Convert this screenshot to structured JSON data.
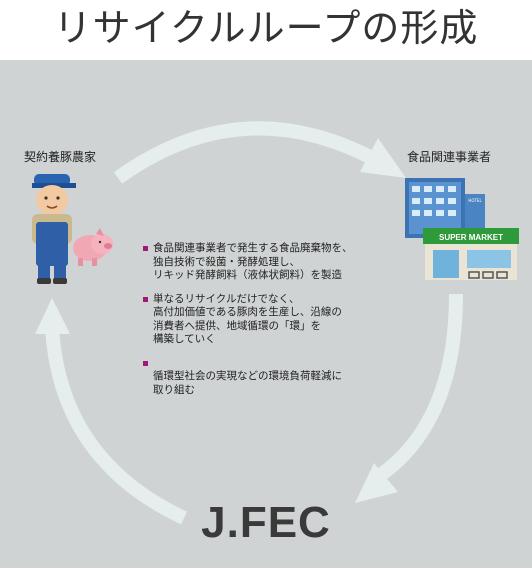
{
  "title": "リサイクルループの形成",
  "nodes": {
    "farmer_label": "契約養豚農家",
    "company_label": "食品関連事業者",
    "center_label": "J.FEC"
  },
  "bullets": [
    "食品関連事業者で発生する食品廃棄物を、\n独自技術で殺菌・発酵処理し、\nリキッド発酵飼料（液体状飼料）を製造",
    "単なるリサイクルだけでなく、\n高付加価値である豚肉を生産し、沿線の\n消費者へ提供、地域循環の「環」を\n構築していく",
    "\n循環型社会の実現などの環境負荷軽減に\n取り組む"
  ],
  "store_sign": "SUPER MARKET",
  "hotel_sign": "HOTEL",
  "colors": {
    "panel": "#cfd3d3",
    "arrow": "#e6eded",
    "bullet": "#a0197a",
    "store_sign": "#2f9a3a"
  }
}
